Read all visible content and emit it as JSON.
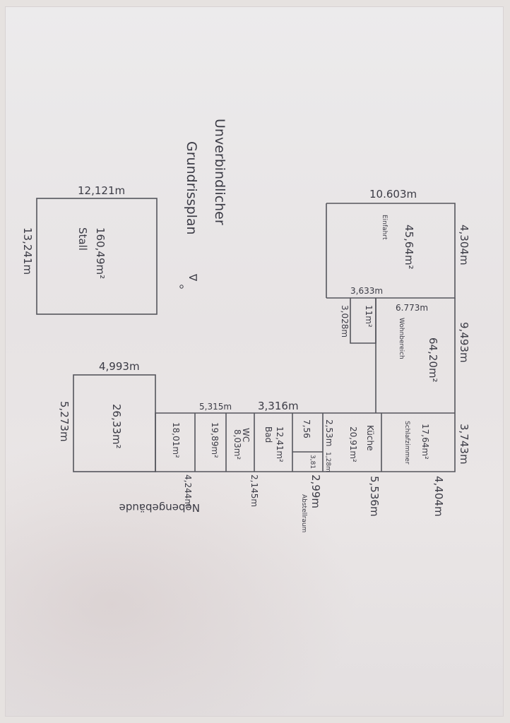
{
  "title": {
    "line1": "Unverbindlicher",
    "line2": "Grundrissplan"
  },
  "stall": {
    "width": "12,121m",
    "depth": "13,241m",
    "area": "160,49m²",
    "name": "Stall"
  },
  "einfahrt": {
    "width": "10.603m",
    "depth": "4,304m",
    "area": "45,64m²",
    "name": "Einfahrt"
  },
  "small_room": {
    "width": "3,633m",
    "depth": "3,028m",
    "area": "11m²"
  },
  "wohnbereich": {
    "width": "6.773m",
    "depth": "9,493m",
    "area": "64,20m²",
    "name": "Wohnbereich"
  },
  "schlafzimmer": {
    "width": "3,743m",
    "depth": "4,404m",
    "area": "17,64m²",
    "name": "Schlafzimmer"
  },
  "kueche": {
    "width": "5,536m",
    "area": "20,91m²",
    "name": "Küche"
  },
  "abstellraum": {
    "width": "2,53m",
    "width2": "1,28m",
    "depth": "2,99m",
    "area": "7,56",
    "area2": "3,81",
    "name": "Abstellraum"
  },
  "bad": {
    "width": "3,316m",
    "area": "12,41m²",
    "name": "Bad"
  },
  "wc": {
    "width": "2,145m",
    "area": "8,03m²",
    "name": "WC"
  },
  "room_19": {
    "width": "5,315m",
    "area": "19,89m²"
  },
  "room_18": {
    "area": "18,01m²",
    "depth": "4,244m"
  },
  "nebengebaude": {
    "width": "4,993m",
    "depth": "5,273m",
    "area": "26,33m²",
    "name": "Nebengebäude"
  }
}
